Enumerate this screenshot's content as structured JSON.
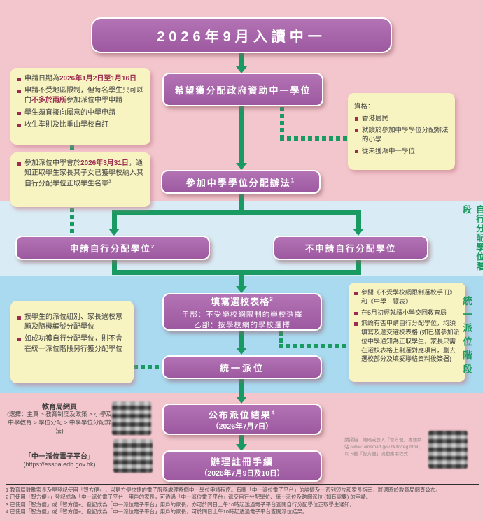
{
  "colors": {
    "background_pink": "#f3c6cd",
    "band_self_allocation_blue": "#d9ecf5",
    "band_central_allocation_blue": "#a9daf0",
    "flow_box_purple": "#a767a9",
    "note_box_yellow": "#f8f4c1",
    "connector_green": "#189a62",
    "stage_label_green": "#18995f",
    "highlight_maroon": "#9c2b50"
  },
  "flow": {
    "title": "2026年9月入讀中一",
    "hope": "希望獲分配政府資助中一學位",
    "join": {
      "text": "參加中學學位分配辦法",
      "sup": "1"
    },
    "apply": {
      "text": "申請自行分配學位",
      "sup": "2"
    },
    "noapply": "不申請自行分配學位",
    "form": {
      "title": "填寫選校表格",
      "sup": "2",
      "line_a": "甲部：不受學校網限制的學校選擇",
      "line_b": "乙部：按學校網的學校選擇"
    },
    "central": "統一派位",
    "results": {
      "title": "公布派位結果",
      "sup": "4",
      "date": "（2026年7月7日）"
    },
    "register": {
      "title": "辦理註冊手續",
      "date": "（2026年7月9日及10日）"
    }
  },
  "stages": {
    "self": "自行分配學位階段",
    "central": "統一派位階段"
  },
  "notes": {
    "dates": {
      "items": [
        [
          {
            "t": "申請日期為"
          },
          {
            "t": "2026年1月2日至1月16日",
            "b": true
          }
        ],
        [
          {
            "t": "申請不受地區限制，但每名學生只可以向"
          },
          {
            "t": "不多於兩所",
            "b": true
          },
          {
            "t": "參加派位中學申請"
          }
        ],
        [
          {
            "t": "學生須直接向屬意的中學申請"
          }
        ],
        [
          {
            "t": "收生準則及比重由學校自訂"
          }
        ]
      ]
    },
    "notify": {
      "items": [
        [
          {
            "t": "參加派位中學會於"
          },
          {
            "t": "2026年3月31日",
            "b": true
          },
          {
            "t": "，通知正取學生家長其子女已獲學校納入其自行分配學位正取學生名單"
          },
          {
            "t": "3",
            "s": true
          }
        ]
      ]
    },
    "eligibility": {
      "heading": "資格：",
      "items": [
        [
          {
            "t": "香港居民"
          }
        ],
        [
          {
            "t": "就讀於參加中學學位分配辦法的小學"
          }
        ],
        [
          {
            "t": "從未獲派中一學位"
          }
        ]
      ]
    },
    "central_note": {
      "items": [
        [
          {
            "t": "按學生的派位組別、家長選校意願及隨機編號分配學位"
          }
        ],
        [
          {
            "t": "如成功獲自行分配學位，則不會在統一派位階段另行獲分配學位"
          }
        ]
      ]
    },
    "choice_form": {
      "items": [
        [
          {
            "t": "參閱《不受學校網限制選校手冊》和《中學一覽表》"
          }
        ],
        [
          {
            "t": "在5月初經就讀小學交回教育局"
          }
        ],
        [
          {
            "t": "無論有否申請自行分配學位，均須填寫及遞交選校表格 (如已獲參加派位中學通知為正取學生，家長只需在選校表格上剔選對應項目，劃去選校部分及填妥聯絡資料後簽署)"
          }
        ]
      ]
    }
  },
  "footer": {
    "edb_site_title": "教育局網頁",
    "edb_site_path": "(選擇：主頁 > 教育制度及政策 > 小學及中學教育 > 學位分配 > 中學學位分配辦法)",
    "platform_title": "「中一派位電子平台」",
    "platform_url": "(https://esspa.edb.gov.hk)",
    "iamsmart_note": "請掃描二維碼或登入「智方便」專題網站 (www.iamsmart.gov.hk/tc/reg.html)，以下載「智方便」流動應用程式",
    "footnotes": [
      "1 教育局鼓勵家長及早登記使用「智方便+」，以更方便快捷的電子服務處理整個中一學位申請程序。有關「中一派位電子平台」的詳情及一系列短片和家長指南，將適時於教育局網頁公布。",
      "2 已使用「智方便+」登記成為「中一派位電子平台」用戶的家長，可透過「中一派位電子平台」遞交自行分配學位、統一派位及跨網派位 (如有需要) 的申請。",
      "3 已使用「智方便」或「智方便+」登記成為「中一派位電子平台」用戶的家長，亦可於同日上午10時起透過電子平台查閱自行分配學位正取學生通知。",
      "4 已使用「智方便」或「智方便+」登記成為「中一派位電子平台」用戶的家長，可於同日上午10時起透過電子平台查閱派位結果。"
    ]
  },
  "icons": {
    "qr_edb": "qr-code",
    "qr_platform": "qr-code",
    "qr_iamsmart": "qr-code"
  }
}
